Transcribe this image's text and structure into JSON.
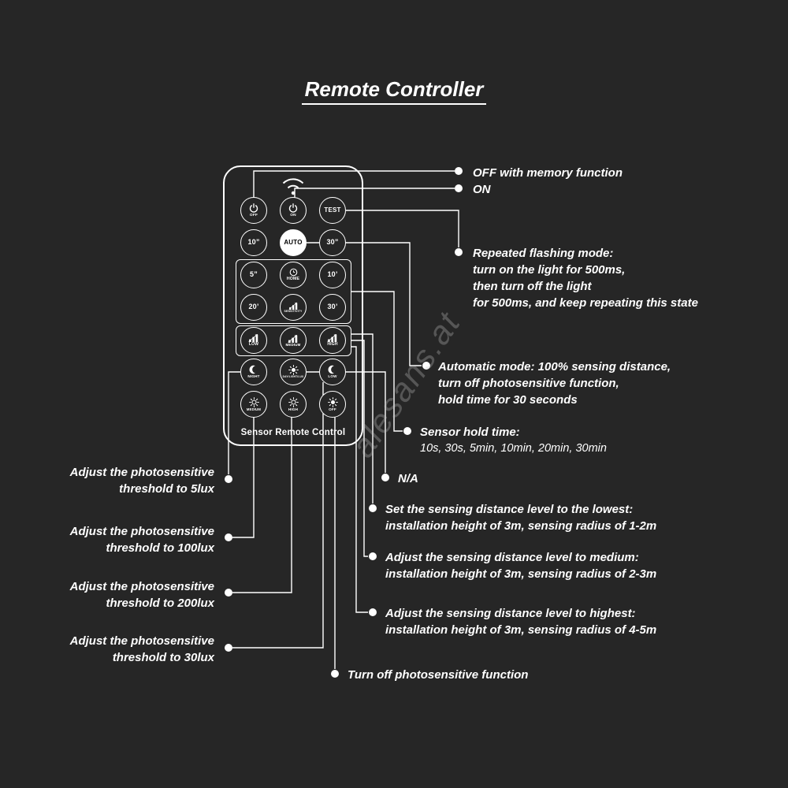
{
  "colors": {
    "background": "#262626",
    "foreground": "#ffffff"
  },
  "title": "Remote Controller",
  "watermark": "alesans.at",
  "remote": {
    "footer": "Sensor Remote Control",
    "icons": [
      "power-icon",
      "wifi-icon",
      "clock-icon",
      "signal-bars-icon",
      "moon-icon",
      "sun-icon"
    ],
    "buttons": {
      "off": "OFF",
      "on": "ON",
      "test": "TEST",
      "t10s": "10”",
      "auto": "AUTO",
      "t30s": "30”",
      "t5": "5”",
      "home": "HOME",
      "t10m": "10’",
      "t20m": "20’",
      "sensitivity": "SENSITIVITY",
      "t30m": "30’",
      "low": "LOW",
      "medium": "MEDIUM",
      "high": "HIGH",
      "night": "NIGHT",
      "daylight": "DAY/LIGHT/LUX",
      "low2": "LOW",
      "medium2": "MEDIUM",
      "high2": "HIGH",
      "off2": "OFF"
    }
  },
  "annotations": {
    "right": [
      {
        "lines": [
          "OFF with memory function"
        ]
      },
      {
        "lines": [
          "ON"
        ]
      },
      {
        "lines": [
          "Repeated flashing mode:",
          "turn on the light for 500ms,",
          "then turn off the light",
          "for 500ms, and keep repeating this state"
        ]
      },
      {
        "lines": [
          "Automatic mode: 100% sensing distance,",
          "turn off photosensitive function,",
          "hold time for 30 seconds"
        ]
      },
      {
        "lines": [
          "Sensor hold time:"
        ],
        "sub": "10s, 30s, 5min, 10min, 20min, 30min"
      },
      {
        "lines": [
          "N/A"
        ]
      },
      {
        "lines": [
          "Set the sensing distance level to the lowest:",
          "installation height of 3m, sensing radius of 1-2m"
        ]
      },
      {
        "lines": [
          "Adjust the sensing distance level to medium:",
          "installation height of 3m, sensing radius of 2-3m"
        ]
      },
      {
        "lines": [
          "Adjust the sensing distance level to highest:",
          "installation height of 3m, sensing radius of 4-5m"
        ]
      },
      {
        "lines": [
          "Turn off photosensitive function"
        ]
      }
    ],
    "left": [
      {
        "lines": [
          "Adjust the photosensitive",
          "threshold to 5lux"
        ]
      },
      {
        "lines": [
          "Adjust the photosensitive",
          "threshold to 100lux"
        ]
      },
      {
        "lines": [
          "Adjust the photosensitive",
          "threshold to 200lux"
        ]
      },
      {
        "lines": [
          "Adjust the photosensitive",
          "threshold to 30lux"
        ]
      }
    ]
  }
}
